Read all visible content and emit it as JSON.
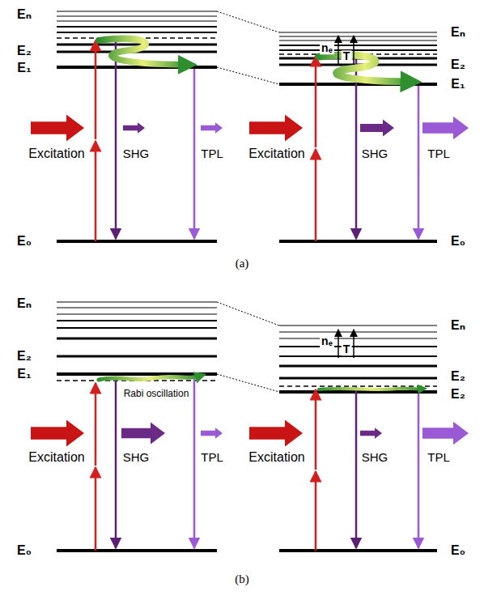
{
  "diagram": {
    "labels": [
      "Eₙ",
      "E₂",
      "E₁",
      "Excitation",
      "SHG",
      "TPL",
      "E₀",
      "Eₙ",
      "nₑ",
      "T",
      "E₂",
      "E₁",
      "Excitation",
      "SHG",
      "TPL",
      "E₀",
      "(a)",
      "Eₙ",
      "E₂",
      "E₁",
      "Rabi oscillation",
      "Excitation",
      "SHG",
      "TPL",
      "E₀",
      "Eₙ",
      "nₑ",
      "T",
      "E₂",
      "E₂",
      "Excitation",
      "SHG",
      "TPL",
      "E₀",
      "(b)"
    ]
  }
}
